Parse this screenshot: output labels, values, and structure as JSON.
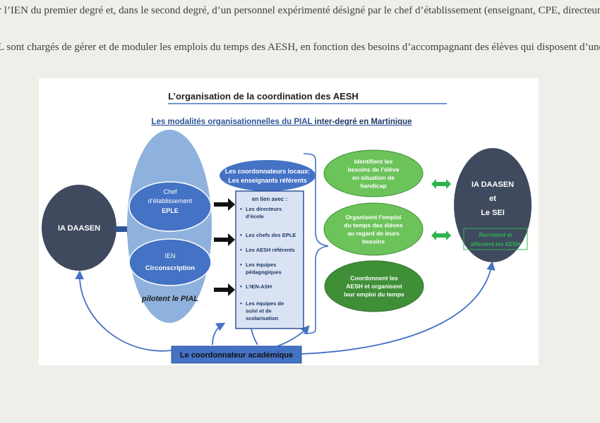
{
  "page_text": {
    "line1": "r l’IEN du premier degré et, dans le second degré, d’un personnel expérimenté désigné par le chef d’établissement (enseignant, CPE, directeur",
    "line2": "L sont chargés de gérer et de moduler les emplois du temps des AESH, en fonction des besoins d’accompagnant des élèves qui disposent d’une"
  },
  "diagram": {
    "title": "L’organisation de la coordination des AESH",
    "subtitle_part1": "Les modalités organisationnelles du PIAL ",
    "subtitle_part2": "inter-degré en Martinique",
    "left_node": "IA DAASEN",
    "chef_line1": "Chef",
    "chef_line2": "d’établissement",
    "chef_line3": "EPLE",
    "ien_line1": "IEN",
    "ien_line2": "Circonscription",
    "pilotent": "pilotent le PIAL",
    "coord_locaux_line1": "Les coordonnateurs locaux:",
    "coord_locaux_line2": "Les enseignants référents",
    "en_lien": "en lien avec :",
    "list_items": [
      [
        "Les directeurs",
        "d’école"
      ],
      [
        "Les chefs des EPLE"
      ],
      [
        "Les AESH référents"
      ],
      [
        "Les équipes",
        "pédagogiques"
      ],
      [
        "L’IEN-ASH"
      ],
      [
        "Les équipes de",
        "suivi et de",
        "scolarisation"
      ]
    ],
    "green1": [
      "Identifient les",
      "besoins de l’élève",
      "en situation de",
      "handicap"
    ],
    "green2": [
      "Organisent  l’emploi",
      "du temps des élèves",
      "au regard de leurs",
      "besoins"
    ],
    "green3": [
      "Coordonnent  les",
      "AESH et organisent",
      "leur emploi du temps"
    ],
    "right_node_line1": "IA DAASEN",
    "right_node_line2": "et",
    "right_node_line3": "Le SEI",
    "right_box": [
      "Recrutent et",
      "affectent les AESH"
    ],
    "academic": "Le coordonnateur académique"
  },
  "colors": {
    "dark_node": "#3f4a5e",
    "light_blue": "#8fb1dd",
    "mid_blue": "#4472c4",
    "green_light": "#6cc35a",
    "green_dark": "#3f8f37",
    "arrow_green": "#2fb34d"
  }
}
